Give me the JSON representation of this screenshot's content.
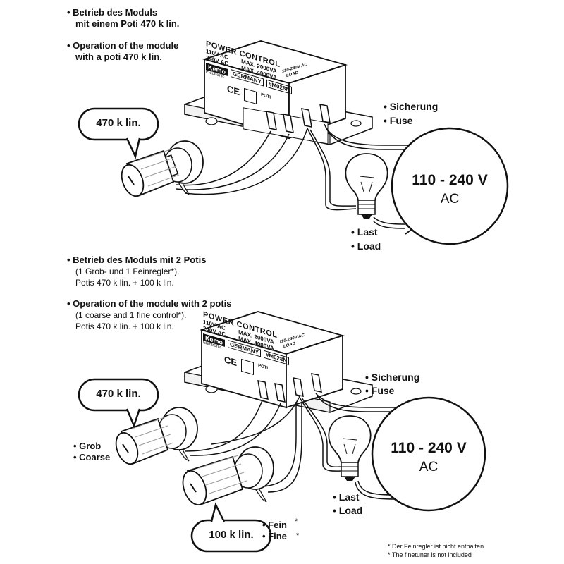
{
  "section1": {
    "de_line1": "• Betrieb des Moduls",
    "de_line2": "mit einem Poti 470 k lin.",
    "en_line1": "• Operation of the module",
    "en_line2": "with a poti 470 k lin."
  },
  "section2": {
    "de_line1": "• Betrieb des Moduls mit 2 Potis",
    "de_line2": "(1 Grob- und 1 Feinregler*).",
    "de_line3": "Potis 470 k lin. + 100 k lin.",
    "en_line1": "• Operation of the module with 2 potis",
    "en_line2": "(1 coarse and 1 fine control*).",
    "en_line3": "Potis 470 k lin. + 100 k lin."
  },
  "module": {
    "title": "POWER CONTROL",
    "spec_110": "110V AC",
    "spec_240": "240V AC",
    "max_2000": "MAX. 2000VA",
    "max_4000": "MAX. 4000VA",
    "brand": "Kemo",
    "brand_sub": "Electronic",
    "country": "GERMANY",
    "model": "#M028N",
    "ce": "CE",
    "poti": "POTI",
    "voltage_range": "110-240V AC",
    "load": "LOAD"
  },
  "diagram1": {
    "pot_label": "470 k lin.",
    "fuse_de": "• Sicherung",
    "fuse_en": "• Fuse",
    "load_de": "• Last",
    "load_en": "• Load",
    "voltage": "110 - 240 V",
    "ac": "AC"
  },
  "diagram2": {
    "pot1_label": "470 k lin.",
    "pot2_label": "100 k lin.",
    "coarse_de": "• Grob",
    "coarse_en": "• Coarse",
    "fine_de": "• Fein",
    "fine_en": "• Fine",
    "asterisk": "*",
    "fuse_de": "• Sicherung",
    "fuse_en": "• Fuse",
    "load_de": "• Last",
    "load_en": "• Load",
    "voltage": "110 - 240 V",
    "ac": "AC"
  },
  "footnote": {
    "de": "* Der Feinregler ist nicht enthalten.",
    "en": "* The finetuner is not included"
  }
}
